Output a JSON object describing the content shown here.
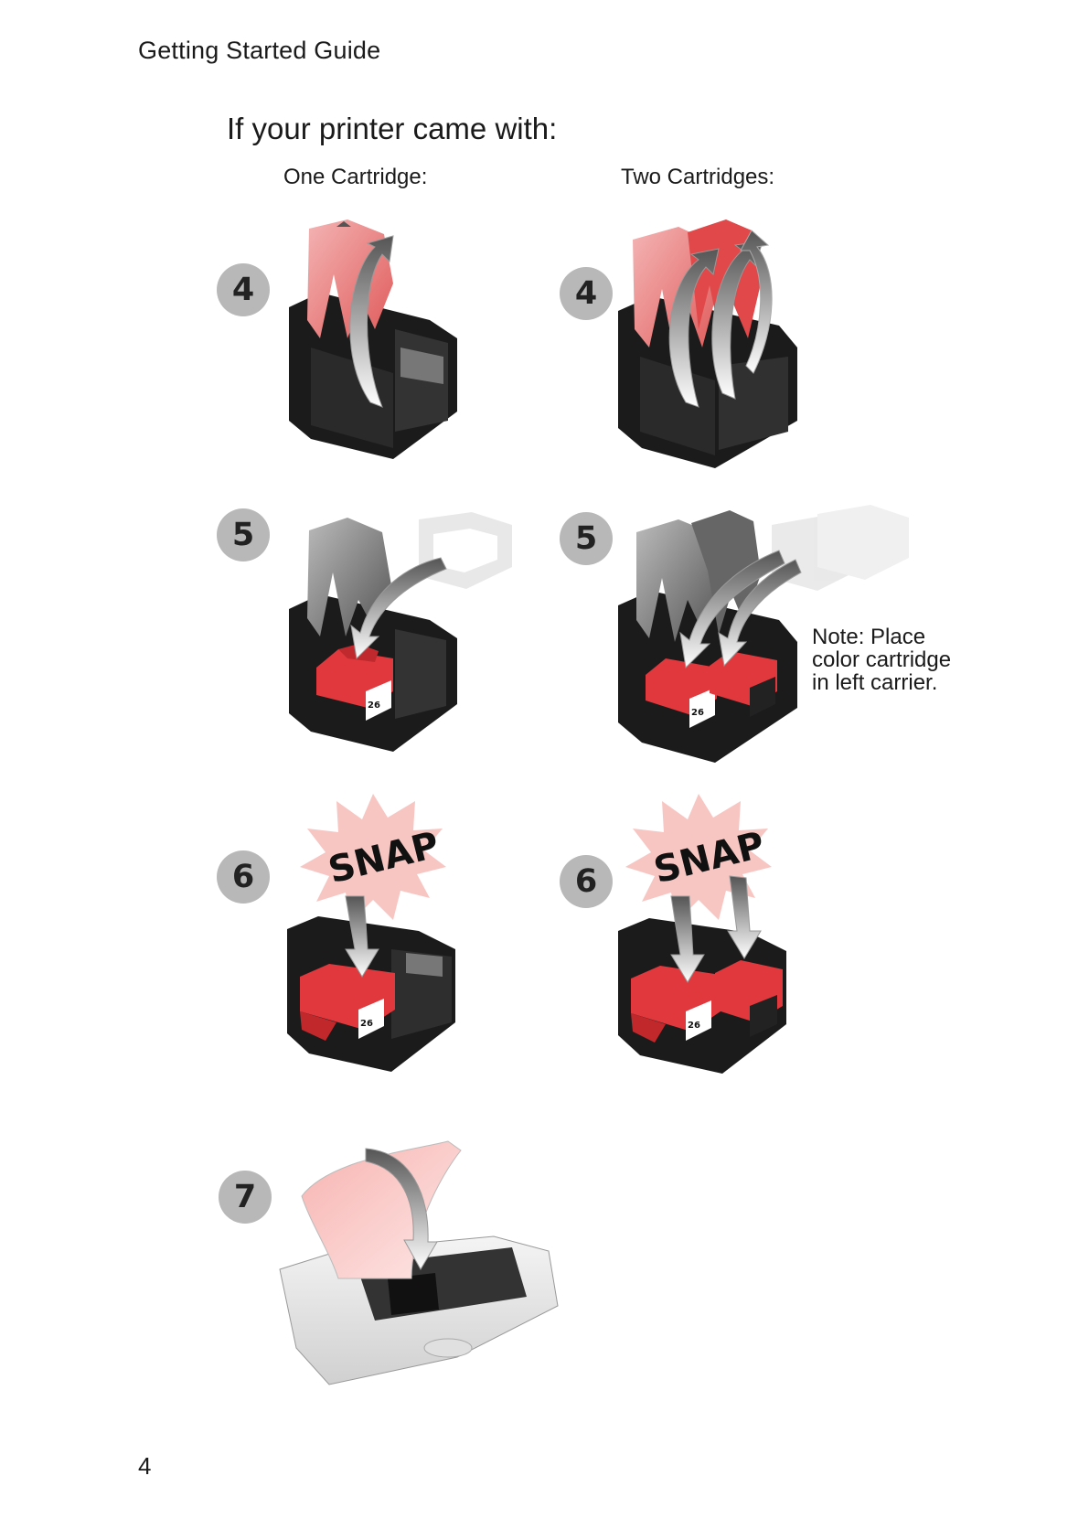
{
  "header": {
    "running_head": "Getting Started Guide"
  },
  "heading": "If your printer came with:",
  "columns": {
    "one": "One Cartridge:",
    "two": "Two Cartridges:"
  },
  "steps": {
    "s4": "4",
    "s5": "5",
    "s6": "6",
    "s7": "7"
  },
  "snap_label": "SNAP",
  "cartridge_number": "26",
  "note": {
    "line1": "Note: Place",
    "line2": "color cartridge",
    "line3": "in left carrier."
  },
  "folio": "4",
  "colors": {
    "red": "#e0383c",
    "pink": "#f2a6a6",
    "black": "#1b1b1b",
    "badge": "#b8b8b8",
    "snap_burst": "#f8c6c2"
  }
}
